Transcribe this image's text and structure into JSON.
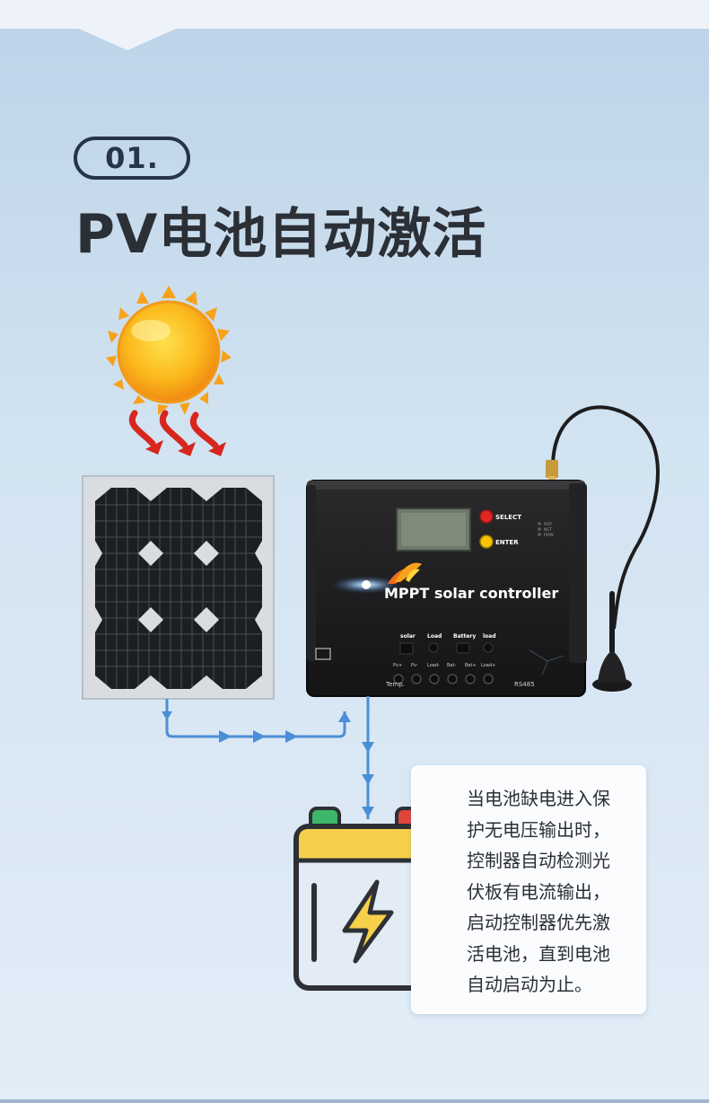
{
  "step": {
    "number": "01."
  },
  "title": "PV电池自动激活",
  "controller": {
    "select_label": "SELECT",
    "enter_label": "ENTER",
    "indicators": [
      "RDY",
      "NET",
      "POW"
    ],
    "brand_text": "MPPT solar controller",
    "terminal_groups": [
      "solar",
      "Load",
      "Battery",
      "load"
    ],
    "terminals": [
      "Pv+",
      "Pv-",
      "Load-",
      "Bat-",
      "Bat+",
      "Load+"
    ],
    "temp_label": "Temp.",
    "rs485_label": "RS485"
  },
  "info": {
    "text": "当电池缺电进入保\n护无电压输出时，\n控制器自动检测光\n伏板有电流输出，\n启动控制器优先激\n活电池，直到电池\n自动启动为止。"
  },
  "colors": {
    "flow": "#4a8fd6",
    "sun": "#f7a21b",
    "heat_arrow": "#d7261e",
    "battery_top": "#f6d04b",
    "battery_outline": "#2d3035",
    "terminal_positive": "#e0453a",
    "terminal_negative": "#3cb86a"
  }
}
